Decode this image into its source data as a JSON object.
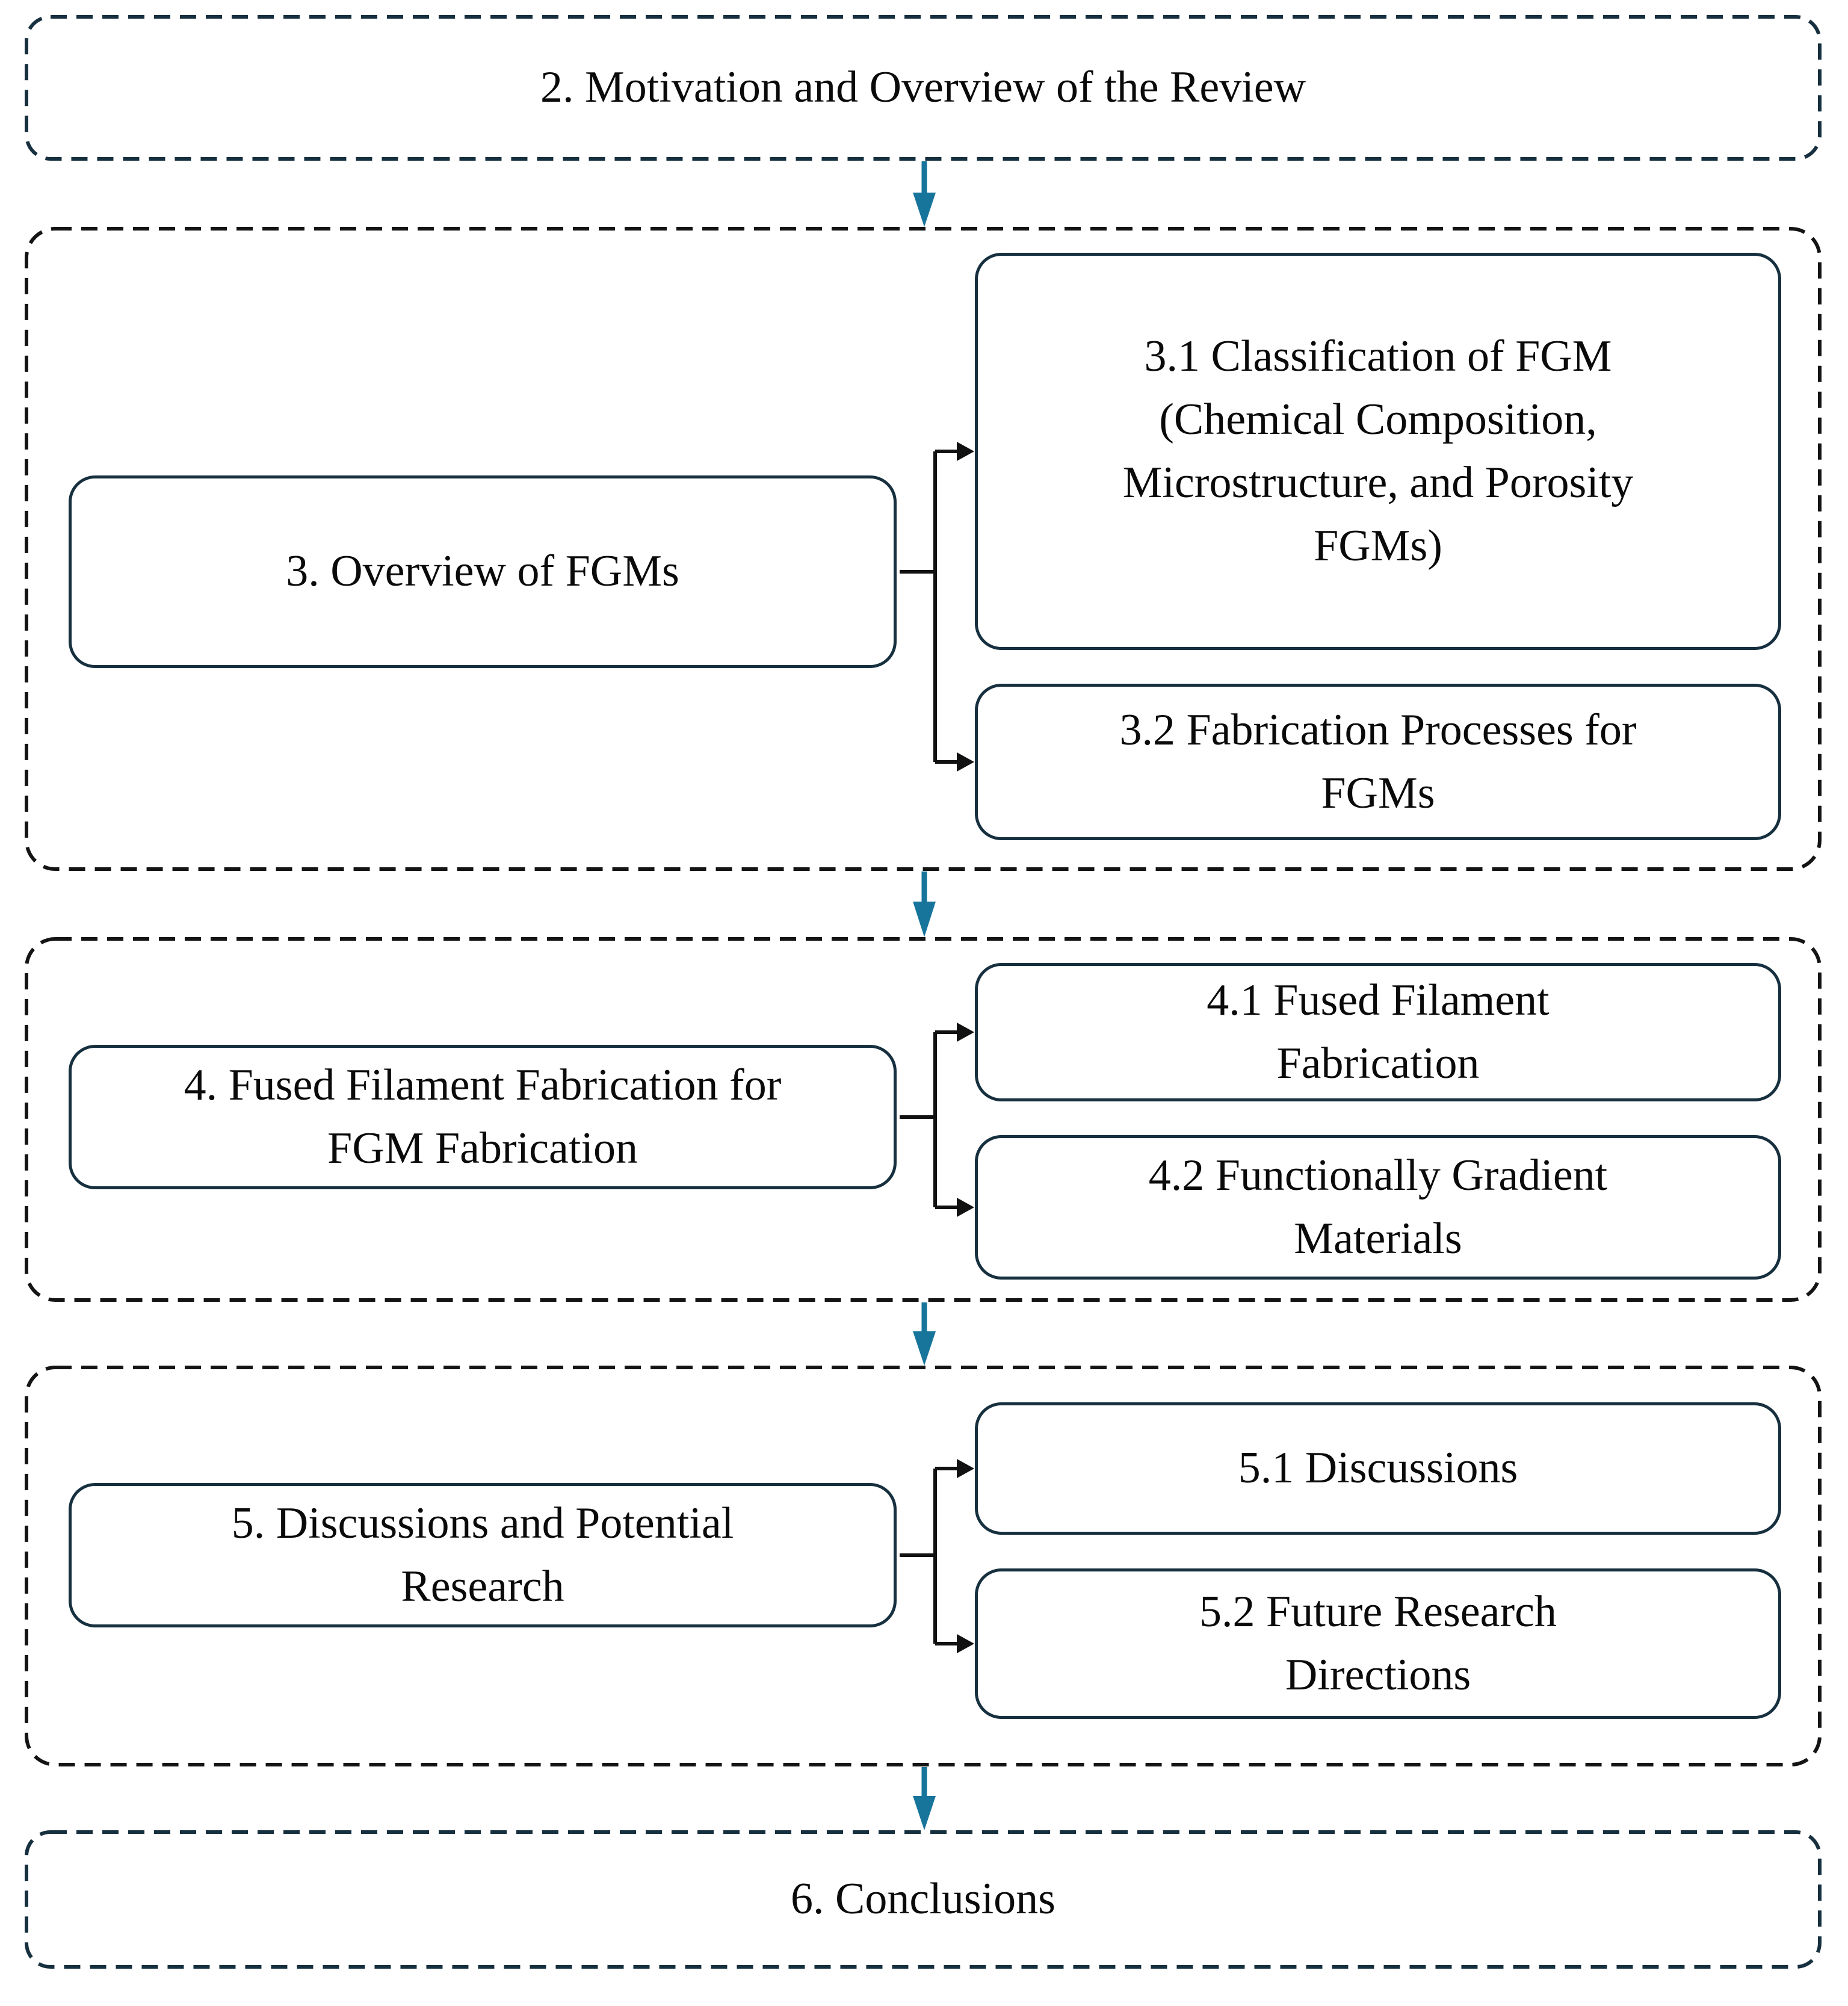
{
  "figure": {
    "type": "flowchart",
    "nodes": {
      "motivation": "2. Motivation and Overview of the Review",
      "overview_fgms": "3. Overview of FGMs",
      "classification_fgm": "3.1 Classification of FGM (Chemical Composition, Microstructure, and Porosity FGMs)",
      "fabrication_processes": "3.2 Fabrication Processes for FGMs",
      "fff_for_fgm": "4. Fused Filament Fabrication for FGM Fabrication",
      "fused_filament_fabrication": "4.1 Fused Filament Fabrication",
      "functionally_gradient_materials": "4.2 Functionally Gradient Materials",
      "discussions_potential_research": "5. Discussions and Potential Research",
      "discussions": "5.1 Discussions",
      "future_research_directions": "5.2 Future Research Directions",
      "conclusions": "6. Conclusions"
    },
    "colors": {
      "flow_arrow_teal": "#17759c",
      "section_outline_navy": "#17303f",
      "container_outline_black": "#141414",
      "connector_black": "#111111",
      "text": "#0a0a0a",
      "background": "#ffffff"
    }
  }
}
